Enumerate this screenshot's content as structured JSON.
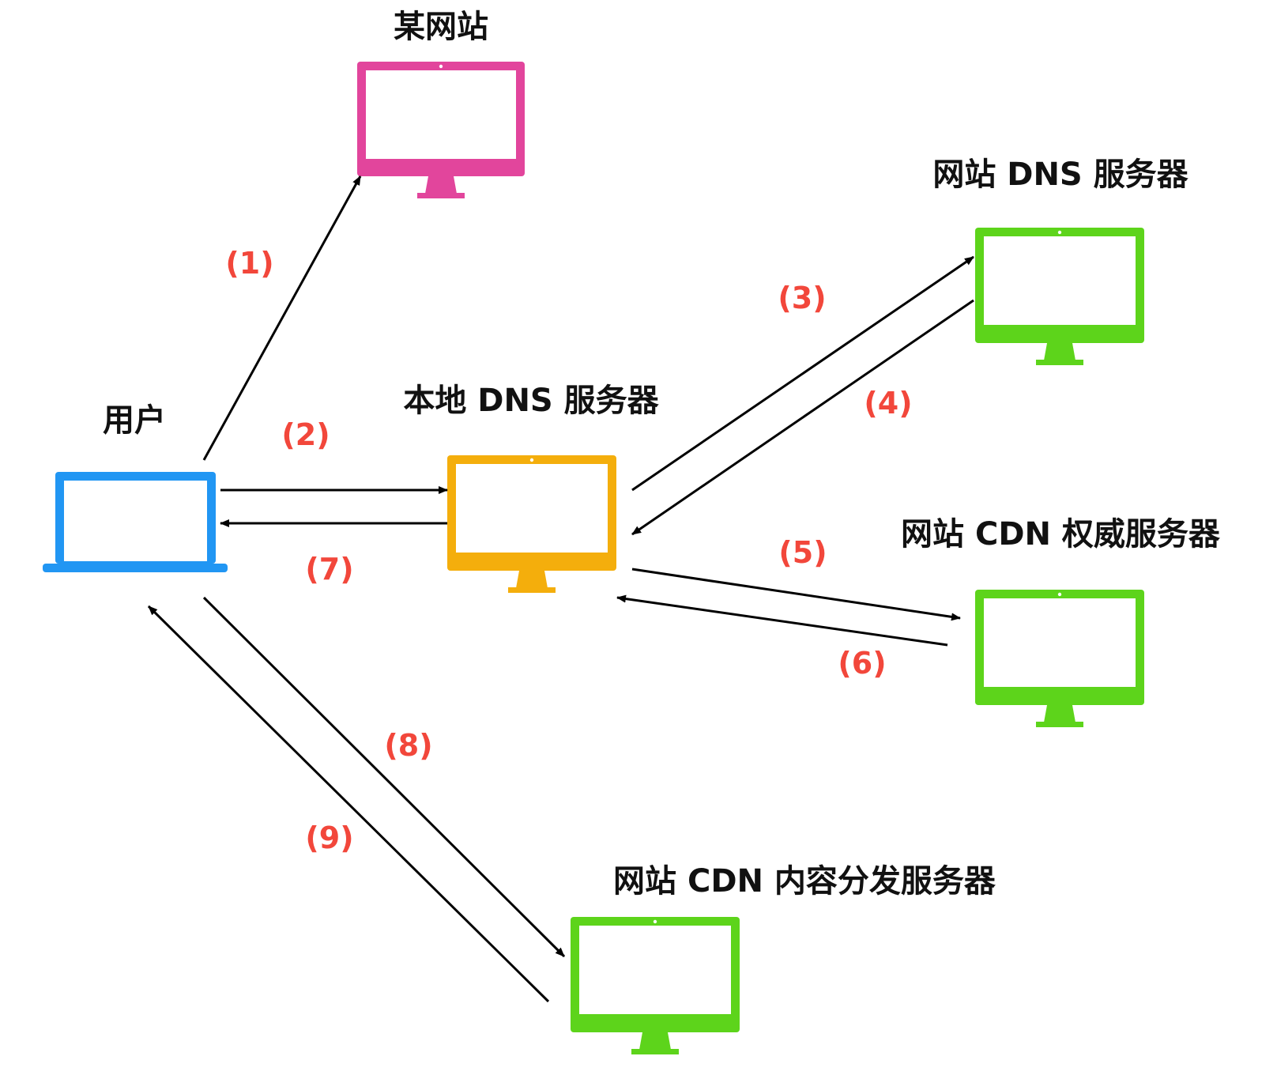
{
  "colors": {
    "user": "#2196F3",
    "website": "#E2459C",
    "local_dns": "#F4AE0C",
    "cdn": "#5DD41B",
    "step_label": "#F2473B",
    "arrow": "#000000"
  },
  "nodes": {
    "user": {
      "label": "用户",
      "icon": "laptop-icon"
    },
    "website": {
      "label": "某网站",
      "icon": "monitor-icon"
    },
    "local_dns": {
      "label": "本地 DNS 服务器",
      "icon": "monitor-icon"
    },
    "site_dns": {
      "label": "网站 DNS 服务器",
      "icon": "monitor-icon"
    },
    "cdn_auth": {
      "label": "网站 CDN 权威服务器",
      "icon": "monitor-icon"
    },
    "cdn_content": {
      "label": "网站 CDN 内容分发服务器",
      "icon": "monitor-icon"
    }
  },
  "steps": [
    "(1)",
    "(2)",
    "(3)",
    "(4)",
    "(5)",
    "(6)",
    "(7)",
    "(8)",
    "(9)"
  ]
}
